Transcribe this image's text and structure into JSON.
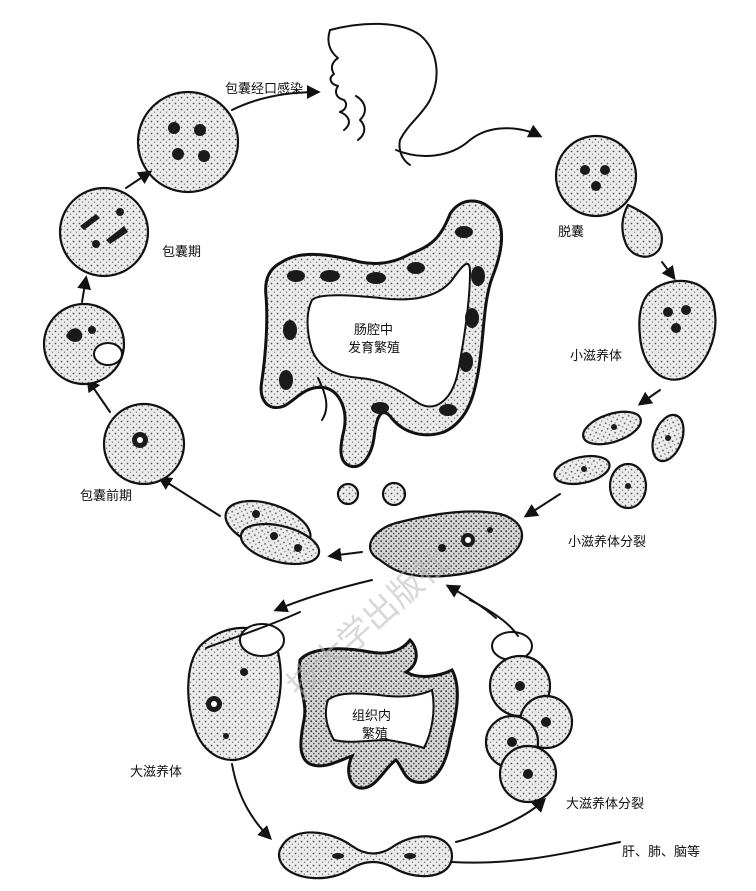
{
  "labels": {
    "cyst_oral_infection": "包囊经口感染",
    "excystation": "脱囊",
    "small_trophozoite": "小滋养体",
    "small_trophozoite_division": "小滋养体分裂",
    "cyst_stage": "包囊期",
    "precyst_stage": "包囊前期",
    "intestinal_lumen_line1": "肠腔中",
    "intestinal_lumen_line2": "发育繁殖",
    "tissue_line1": "组织内",
    "tissue_line2": "繁殖",
    "large_trophozoite": "大滋养体",
    "large_trophozoite_division": "大滋养体分裂",
    "organs": "肝、肺、脑等"
  },
  "watermark": "技大学出版社",
  "colors": {
    "ink": "#111111",
    "cell_fill": "#e9e9e9",
    "background": "#ffffff",
    "watermark": "#b8b8b8"
  }
}
